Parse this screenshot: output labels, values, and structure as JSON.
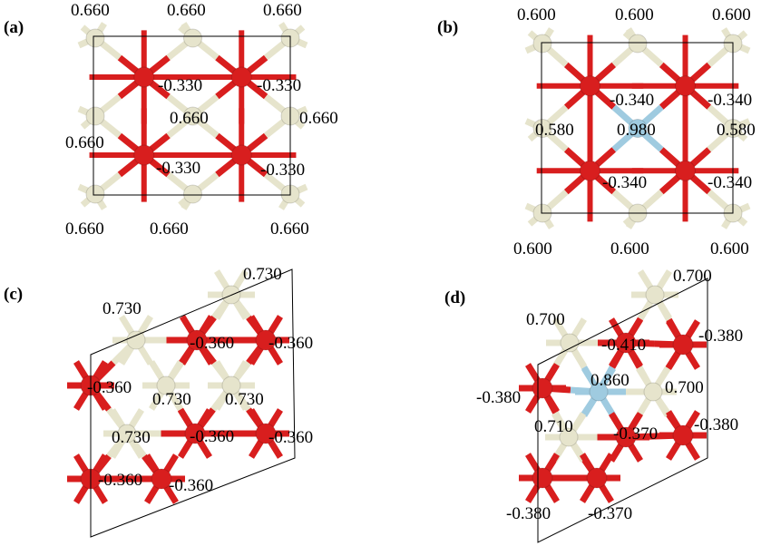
{
  "colors": {
    "oxygen": "#d81e1e",
    "metal": "#e6e4cc",
    "dopant": "#9fcbe0",
    "cell": "#000000"
  },
  "panels": {
    "a": {
      "label": "(a)",
      "charges": [
        "0.660",
        "0.660",
        "0.660",
        "-0.330",
        "-0.330",
        "0.660",
        "0.660",
        "0.660",
        "-0.330",
        "-0.330",
        "0.660",
        "0.660",
        "0.660"
      ]
    },
    "b": {
      "label": "(b)",
      "charges": [
        "0.600",
        "0.600",
        "0.600",
        "-0.340",
        "-0.340",
        "0.580",
        "0.980",
        "0.580",
        "-0.340",
        "-0.340",
        "0.600",
        "0.600",
        "0.600"
      ]
    },
    "c": {
      "label": "(c)",
      "charges": [
        "0.730",
        "0.730",
        "-0.360",
        "-0.360",
        "-0.360",
        "0.730",
        "0.730",
        "0.730",
        "-0.360",
        "-0.360",
        "-0.360",
        "-0.360"
      ]
    },
    "d": {
      "label": "(d)",
      "charges": [
        "0.700",
        "0.700",
        "-0.410",
        "-0.380",
        "0.860",
        "0.700",
        "-0.380",
        "0.710",
        "-0.370",
        "-0.380",
        "-0.380",
        "-0.370"
      ]
    }
  }
}
